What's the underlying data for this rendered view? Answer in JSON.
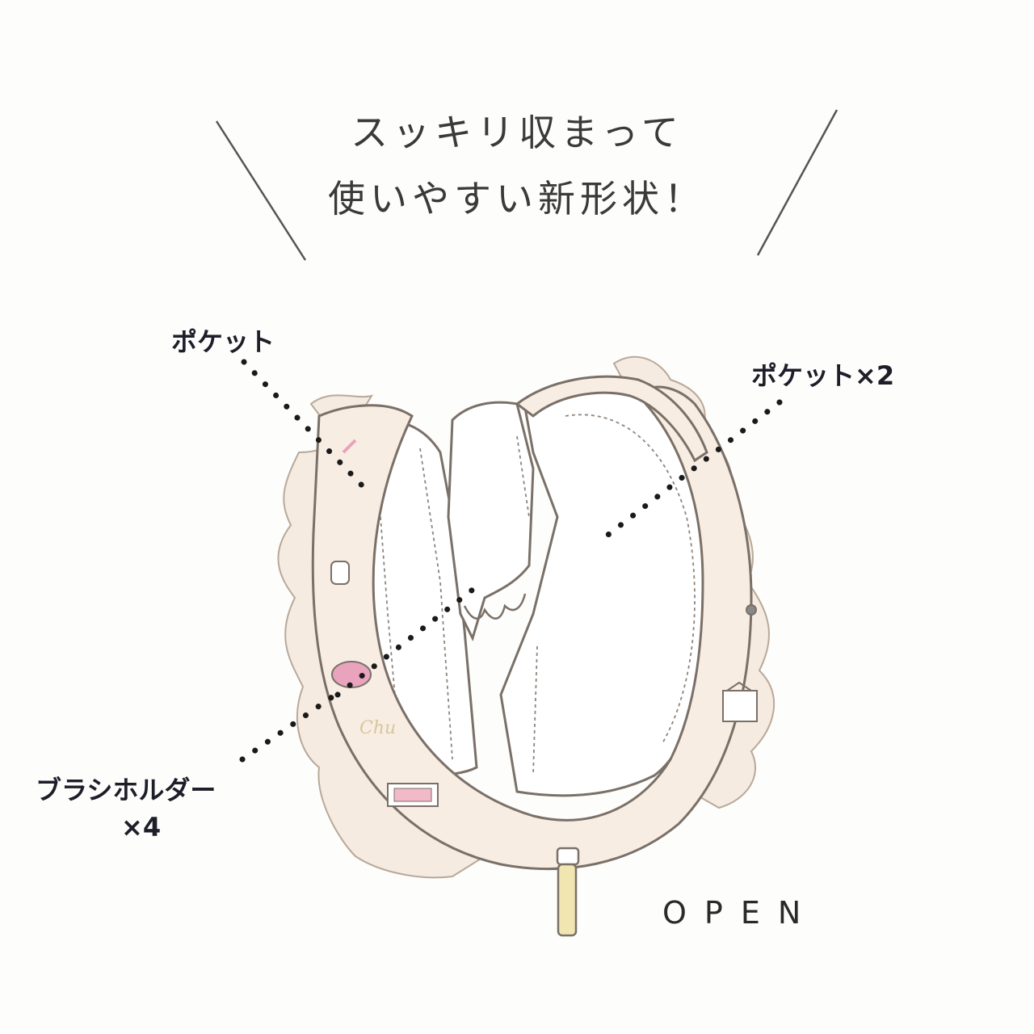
{
  "headline": {
    "line1": "スッキリ収まって",
    "line2": "使いやすい新形状！"
  },
  "labels": {
    "pocket_left": "ポケット",
    "pocket_right": "ポケット×2",
    "brush_holder_line1": "ブラシホルダー",
    "brush_holder_line2": "×4",
    "open": "OPEN"
  },
  "colors": {
    "background": "#fdfdfb",
    "frill": "#f6ebe0",
    "outline": "#7a7068",
    "leader_dots": "#1a1a1a",
    "accent_pink": "#e9a3bd",
    "zipper_pull": "#f1e6b2"
  }
}
